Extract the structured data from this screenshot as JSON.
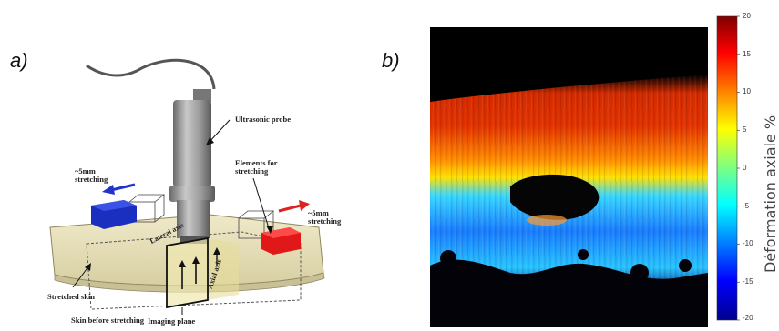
{
  "figure": {
    "panel_a_label": "a)",
    "panel_b_label": "b)"
  },
  "diagram": {
    "probe_label": "Ultrasonic probe",
    "elements_label": "Elements for stretching",
    "left_stretch_label": "~5mm stretching",
    "right_stretch_label": "~5mm stretching",
    "lateral_axis_label": "Lateral axis",
    "axial_axis_label": "Axial axis",
    "stretched_skin_label": "Stretched skin",
    "skin_before_label": "Skin before stretching",
    "imaging_plane_label": "Imaging plane",
    "colors": {
      "probe": "#9a9a9a",
      "skin": "#e8e2bf",
      "left_block": "#1a2fc0",
      "right_block": "#e01818",
      "left_arrow": "#2233cc",
      "right_arrow": "#dd2222"
    }
  },
  "colorbar": {
    "title": "Déformation axiale %",
    "ticks": [
      "20",
      "15",
      "10",
      "5",
      "0",
      "-5",
      "-10",
      "-15",
      "-20"
    ],
    "range": [
      -20,
      20
    ],
    "colormap": "jet"
  }
}
